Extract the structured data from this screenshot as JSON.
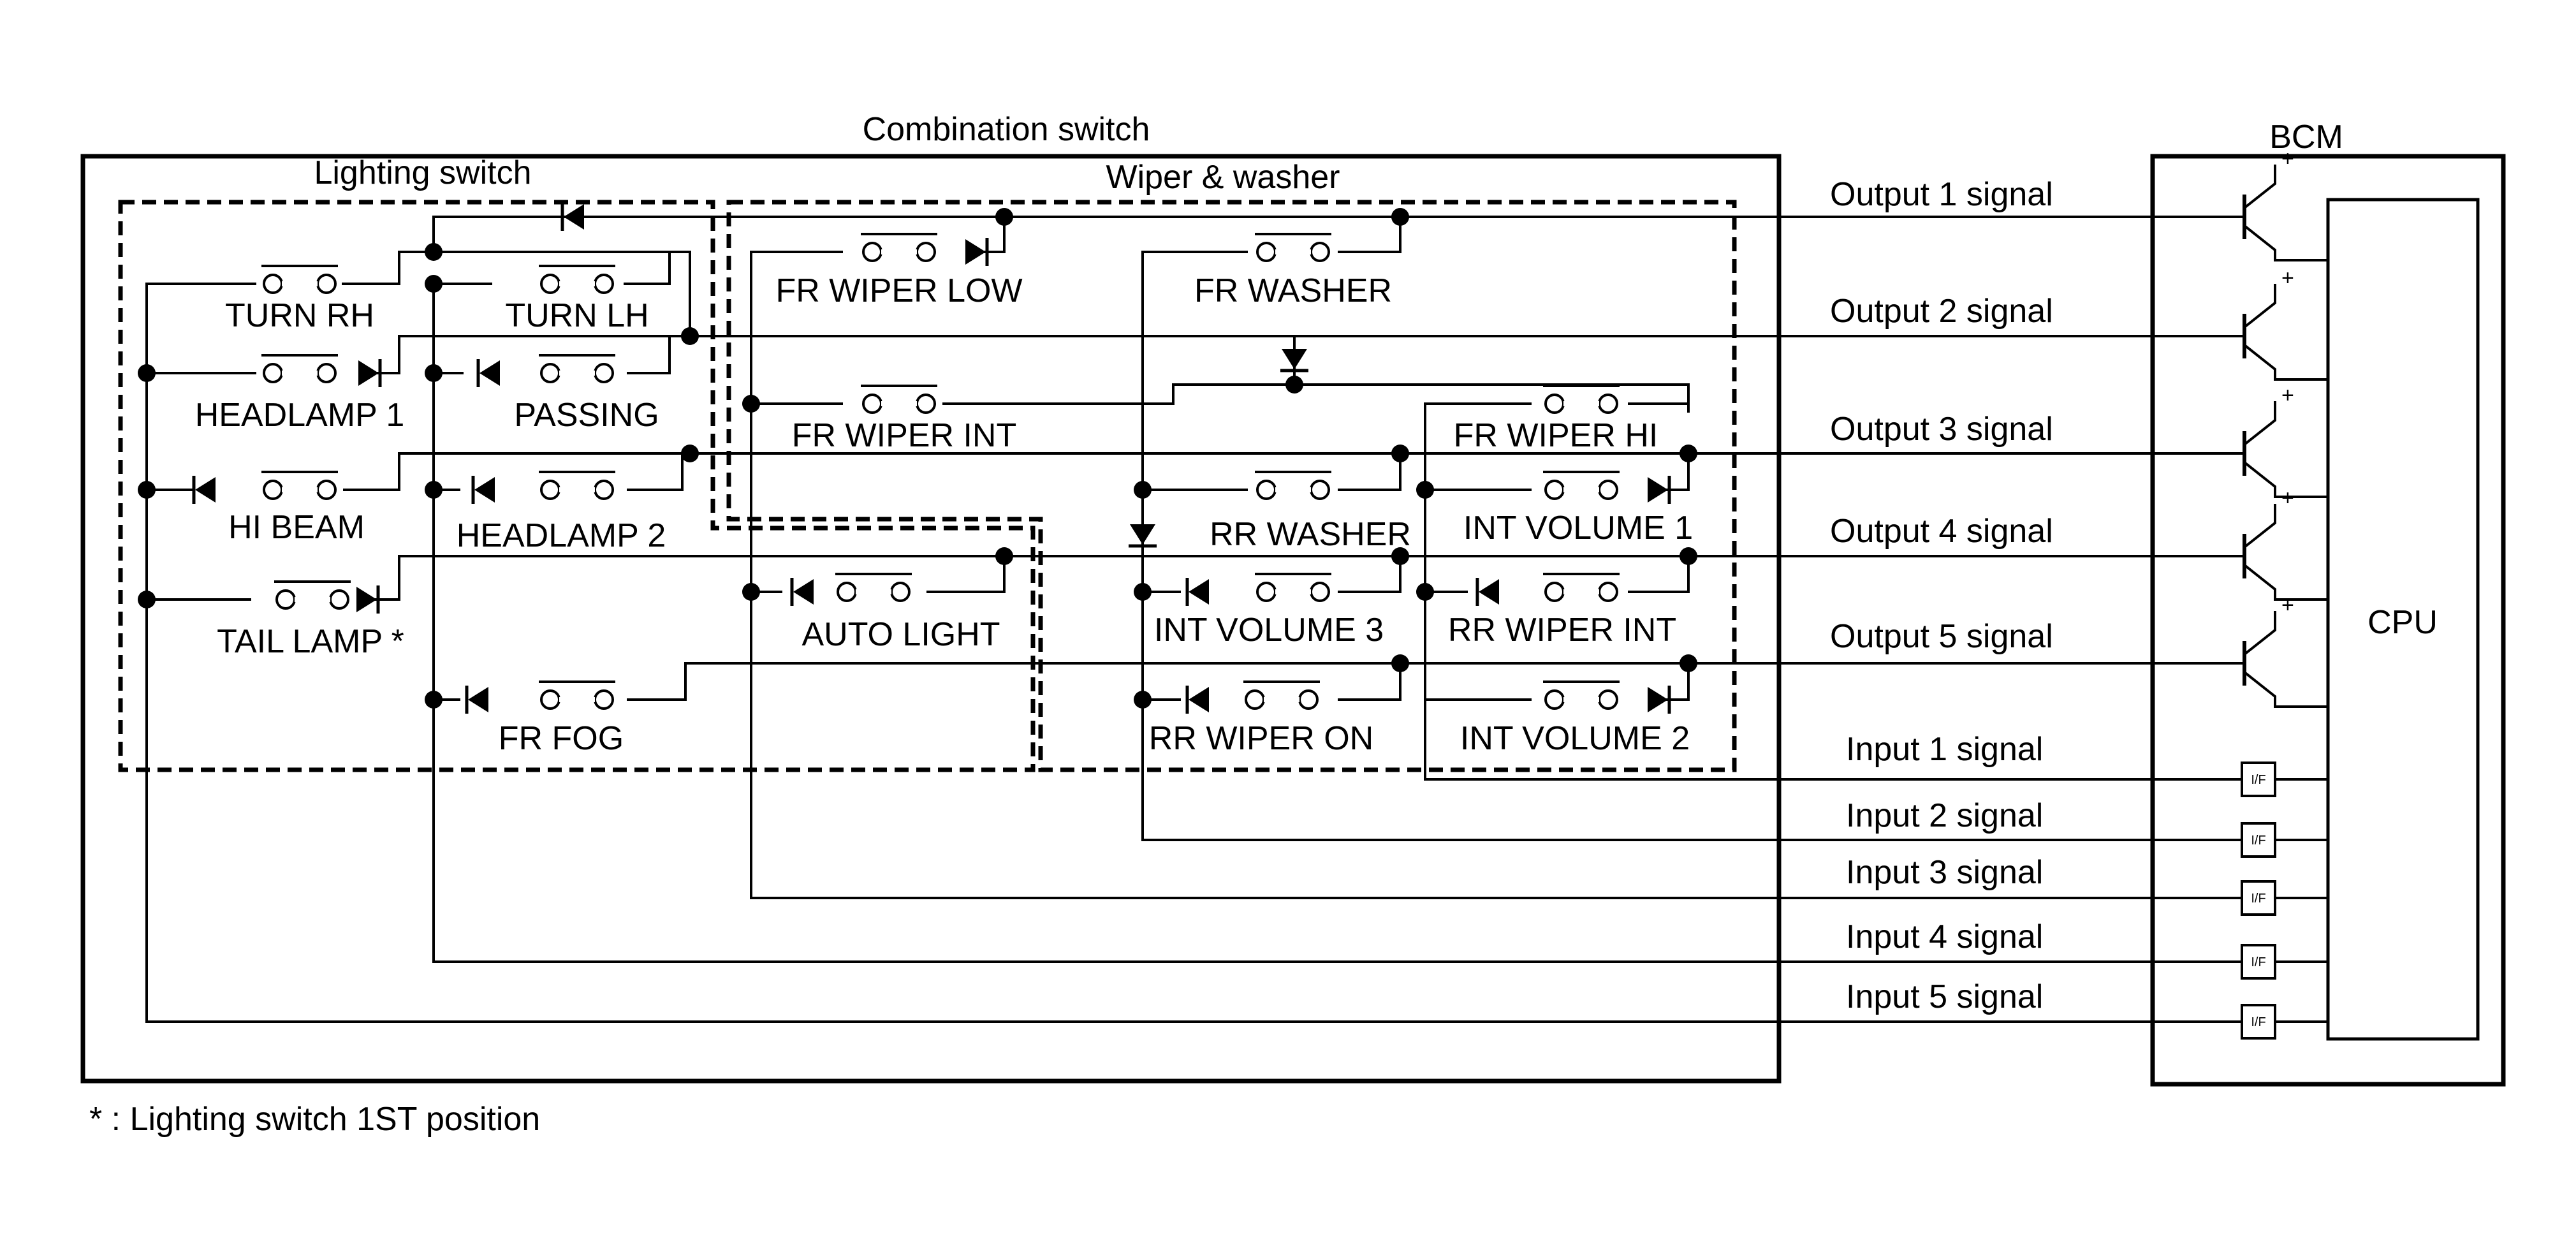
{
  "diagram": {
    "title": "Combination switch",
    "bcm_label": "BCM",
    "cpu_label": "CPU",
    "lighting_switch_label": "Lighting switch",
    "wiper_washer_label": "Wiper & washer",
    "interface_label": "I/F",
    "footnote": "* : Lighting switch 1ST position",
    "switches": {
      "turn_rh": "TURN RH",
      "turn_lh": "TURN LH",
      "headlamp_1": "HEADLAMP 1",
      "passing": "PASSING",
      "hi_beam": "HI BEAM",
      "headlamp_2": "HEADLAMP 2",
      "tail_lamp": "TAIL LAMP *",
      "fr_fog": "FR FOG",
      "fr_wiper_low": "FR WIPER LOW",
      "fr_washer": "FR WASHER",
      "fr_wiper_int": "FR WIPER INT",
      "fr_wiper_hi": "FR WIPER HI",
      "rr_washer": "RR WASHER",
      "int_volume_1": "INT VOLUME 1",
      "auto_light": "AUTO LIGHT",
      "int_volume_3": "INT VOLUME 3",
      "rr_wiper_int": "RR WIPER INT",
      "rr_wiper_on": "RR WIPER ON",
      "int_volume_2": "INT VOLUME 2"
    },
    "outputs": [
      "Output 1 signal",
      "Output 2 signal",
      "Output 3 signal",
      "Output 4 signal",
      "Output 5 signal"
    ],
    "inputs": [
      "Input 1 signal",
      "Input 2 signal",
      "Input 3 signal",
      "Input 4 signal",
      "Input 5 signal"
    ]
  }
}
